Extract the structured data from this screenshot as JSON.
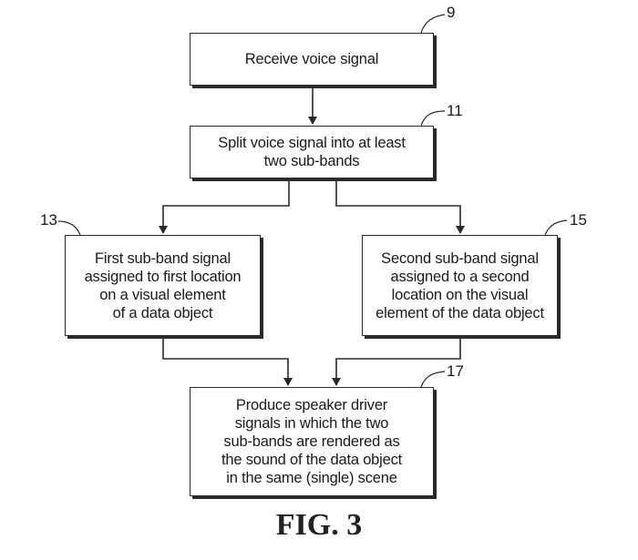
{
  "figure": {
    "caption": "FIG. 3"
  },
  "steps": [
    {
      "ref": "9",
      "lines": [
        "Receive voice signal"
      ]
    },
    {
      "ref": "11",
      "lines": [
        "Split voice signal into at least",
        "two sub-bands"
      ]
    },
    {
      "ref": "13",
      "lines": [
        "First sub-band signal",
        "assigned to first location",
        "on a visual element",
        "of a data object"
      ]
    },
    {
      "ref": "15",
      "lines": [
        "Second sub-band signal",
        "assigned to a second",
        "location on the visual",
        "element of the data object"
      ]
    },
    {
      "ref": "17",
      "lines": [
        "Produce speaker driver",
        "signals in which the two",
        "sub-bands are rendered as",
        "the sound of the data object",
        "in the same (single) scene"
      ]
    }
  ],
  "flow": [
    {
      "from": "9",
      "to": "11"
    },
    {
      "from": "11",
      "to": "13"
    },
    {
      "from": "11",
      "to": "15"
    },
    {
      "from": "13",
      "to": "17"
    },
    {
      "from": "15",
      "to": "17"
    }
  ],
  "colors": {
    "line": "#2a2a2a",
    "background": "#ffffff"
  }
}
